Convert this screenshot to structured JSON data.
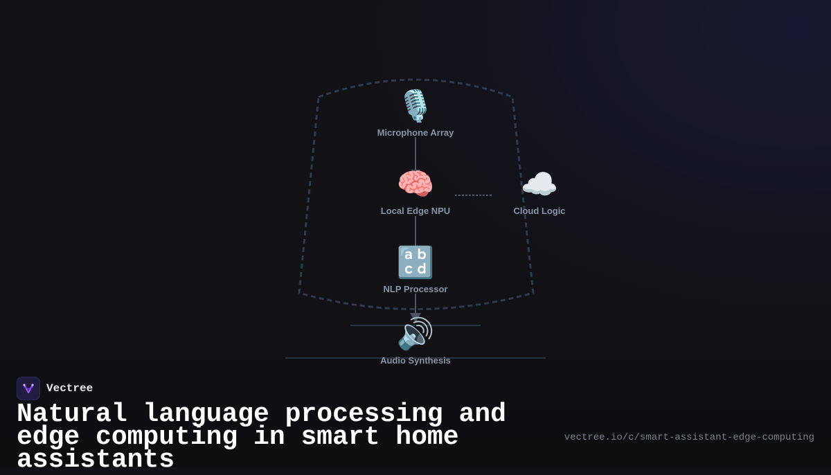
{
  "diagram": {
    "nodes": {
      "microphone": {
        "icon": "🎙️",
        "icon_name": "microphone-icon",
        "label": "Microphone Array"
      },
      "npu": {
        "icon": "🧠",
        "icon_name": "brain-icon",
        "label": "Local Edge NPU"
      },
      "cloud": {
        "icon": "☁️",
        "icon_name": "cloud-icon",
        "label": "Cloud Logic"
      },
      "nlp": {
        "icon": "🔡",
        "icon_name": "abcd-letters-icon",
        "label": "NLP Processor"
      },
      "audio": {
        "icon": "🔊",
        "icon_name": "speaker-icon",
        "label": "Audio Synthesis"
      }
    },
    "colors": {
      "boundary": "#2f3a4c",
      "connector": "#4a5466",
      "label": "#8a93a6"
    }
  },
  "footer": {
    "brand": "Vectree",
    "headline": "Natural language processing and edge computing in smart home assistants",
    "url": "vectree.io/c/smart-assistant-edge-computing",
    "accent": "#a855f7"
  }
}
